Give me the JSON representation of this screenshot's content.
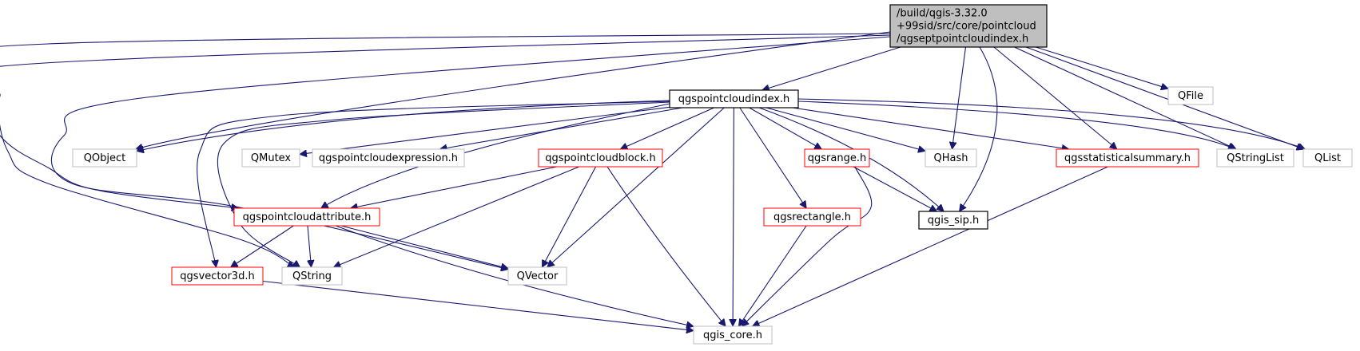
{
  "colors": {
    "edge": "#191970",
    "border_red": "#ff0000",
    "border_black": "#000000",
    "border_gray": "#bfbfbf",
    "root_fill": "#bfbfbf",
    "node_fill": "#ffffff",
    "text_gray": "#000000"
  },
  "nodes": [
    {
      "id": "root",
      "lines": [
        "/build/qgis-3.32.0",
        "+99sid/src/core/pointcloud",
        "/qgseptpointcloudindex.h"
      ],
      "style": "root"
    },
    {
      "id": "qgspointcloudindex",
      "lines": [
        "qgspointcloudindex.h"
      ],
      "style": "black"
    },
    {
      "id": "qfile",
      "lines": [
        "QFile"
      ],
      "style": "gray"
    },
    {
      "id": "qobject",
      "lines": [
        "QObject"
      ],
      "style": "gray"
    },
    {
      "id": "qmutex",
      "lines": [
        "QMutex"
      ],
      "style": "gray"
    },
    {
      "id": "qgspointcloudexpression",
      "lines": [
        "qgspointcloudexpression.h"
      ],
      "style": "gray"
    },
    {
      "id": "qgspointcloudblock",
      "lines": [
        "qgspointcloudblock.h"
      ],
      "style": "red"
    },
    {
      "id": "qgsrange",
      "lines": [
        "qgsrange.h"
      ],
      "style": "red"
    },
    {
      "id": "qhash",
      "lines": [
        "QHash"
      ],
      "style": "gray"
    },
    {
      "id": "qgsstatisticalsummary",
      "lines": [
        "qgsstatisticalsummary.h"
      ],
      "style": "red"
    },
    {
      "id": "qstringlist",
      "lines": [
        "QStringList"
      ],
      "style": "gray"
    },
    {
      "id": "qlist",
      "lines": [
        "QList"
      ],
      "style": "gray"
    },
    {
      "id": "qgspointcloudattribute",
      "lines": [
        "qgspointcloudattribute.h"
      ],
      "style": "red"
    },
    {
      "id": "qgsrectangle",
      "lines": [
        "qgsrectangle.h"
      ],
      "style": "red"
    },
    {
      "id": "qgis_sip",
      "lines": [
        "qgis_sip.h"
      ],
      "style": "black"
    },
    {
      "id": "qgsvector3d",
      "lines": [
        "qgsvector3d.h"
      ],
      "style": "red"
    },
    {
      "id": "qstring",
      "lines": [
        "QString"
      ],
      "style": "gray"
    },
    {
      "id": "qvector",
      "lines": [
        "QVector"
      ],
      "style": "gray"
    },
    {
      "id": "qgis_core",
      "lines": [
        "qgis_core.h"
      ],
      "style": "gray"
    }
  ],
  "edges": [
    [
      "root",
      "qgspointcloudindex"
    ],
    [
      "root",
      "qfile"
    ],
    [
      "root",
      "qobject"
    ],
    [
      "root",
      "qhash"
    ],
    [
      "root",
      "qgis_sip"
    ],
    [
      "root",
      "qgsstatisticalsummary"
    ],
    [
      "root",
      "qstringlist"
    ],
    [
      "root",
      "qlist"
    ],
    [
      "root",
      "qgspointcloudattribute"
    ],
    [
      "root",
      "qstring"
    ],
    [
      "root",
      "qvector"
    ],
    [
      "qgspointcloudindex",
      "qobject"
    ],
    [
      "qgspointcloudindex",
      "qmutex"
    ],
    [
      "qgspointcloudindex",
      "qgspointcloudexpression"
    ],
    [
      "qgspointcloudindex",
      "qgspointcloudblock"
    ],
    [
      "qgspointcloudindex",
      "qgsrange"
    ],
    [
      "qgspointcloudindex",
      "qhash"
    ],
    [
      "qgspointcloudindex",
      "qgsstatisticalsummary"
    ],
    [
      "qgspointcloudindex",
      "qstringlist"
    ],
    [
      "qgspointcloudindex",
      "qlist"
    ],
    [
      "qgspointcloudindex",
      "qgspointcloudattribute"
    ],
    [
      "qgspointcloudindex",
      "qgsvector3d"
    ],
    [
      "qgspointcloudindex",
      "qstring"
    ],
    [
      "qgspointcloudindex",
      "qvector"
    ],
    [
      "qgspointcloudindex",
      "qgsrectangle"
    ],
    [
      "qgspointcloudindex",
      "qgis_sip"
    ],
    [
      "qgspointcloudindex",
      "qgis_core"
    ],
    [
      "qgspointcloudblock",
      "qgspointcloudattribute"
    ],
    [
      "qgspointcloudblock",
      "qstring"
    ],
    [
      "qgspointcloudblock",
      "qvector"
    ],
    [
      "qgspointcloudblock",
      "qgis_core"
    ],
    [
      "qgsrange",
      "qgis_sip"
    ],
    [
      "qgsrange",
      "qgis_core"
    ],
    [
      "qgsstatisticalsummary",
      "qgis_core"
    ],
    [
      "qgspointcloudattribute",
      "qgsvector3d"
    ],
    [
      "qgspointcloudattribute",
      "qstring"
    ],
    [
      "qgspointcloudattribute",
      "qvector"
    ],
    [
      "qgspointcloudattribute",
      "qgis_core"
    ],
    [
      "qgsrectangle",
      "qgis_core"
    ],
    [
      "qgsvector3d",
      "qgis_core"
    ]
  ]
}
